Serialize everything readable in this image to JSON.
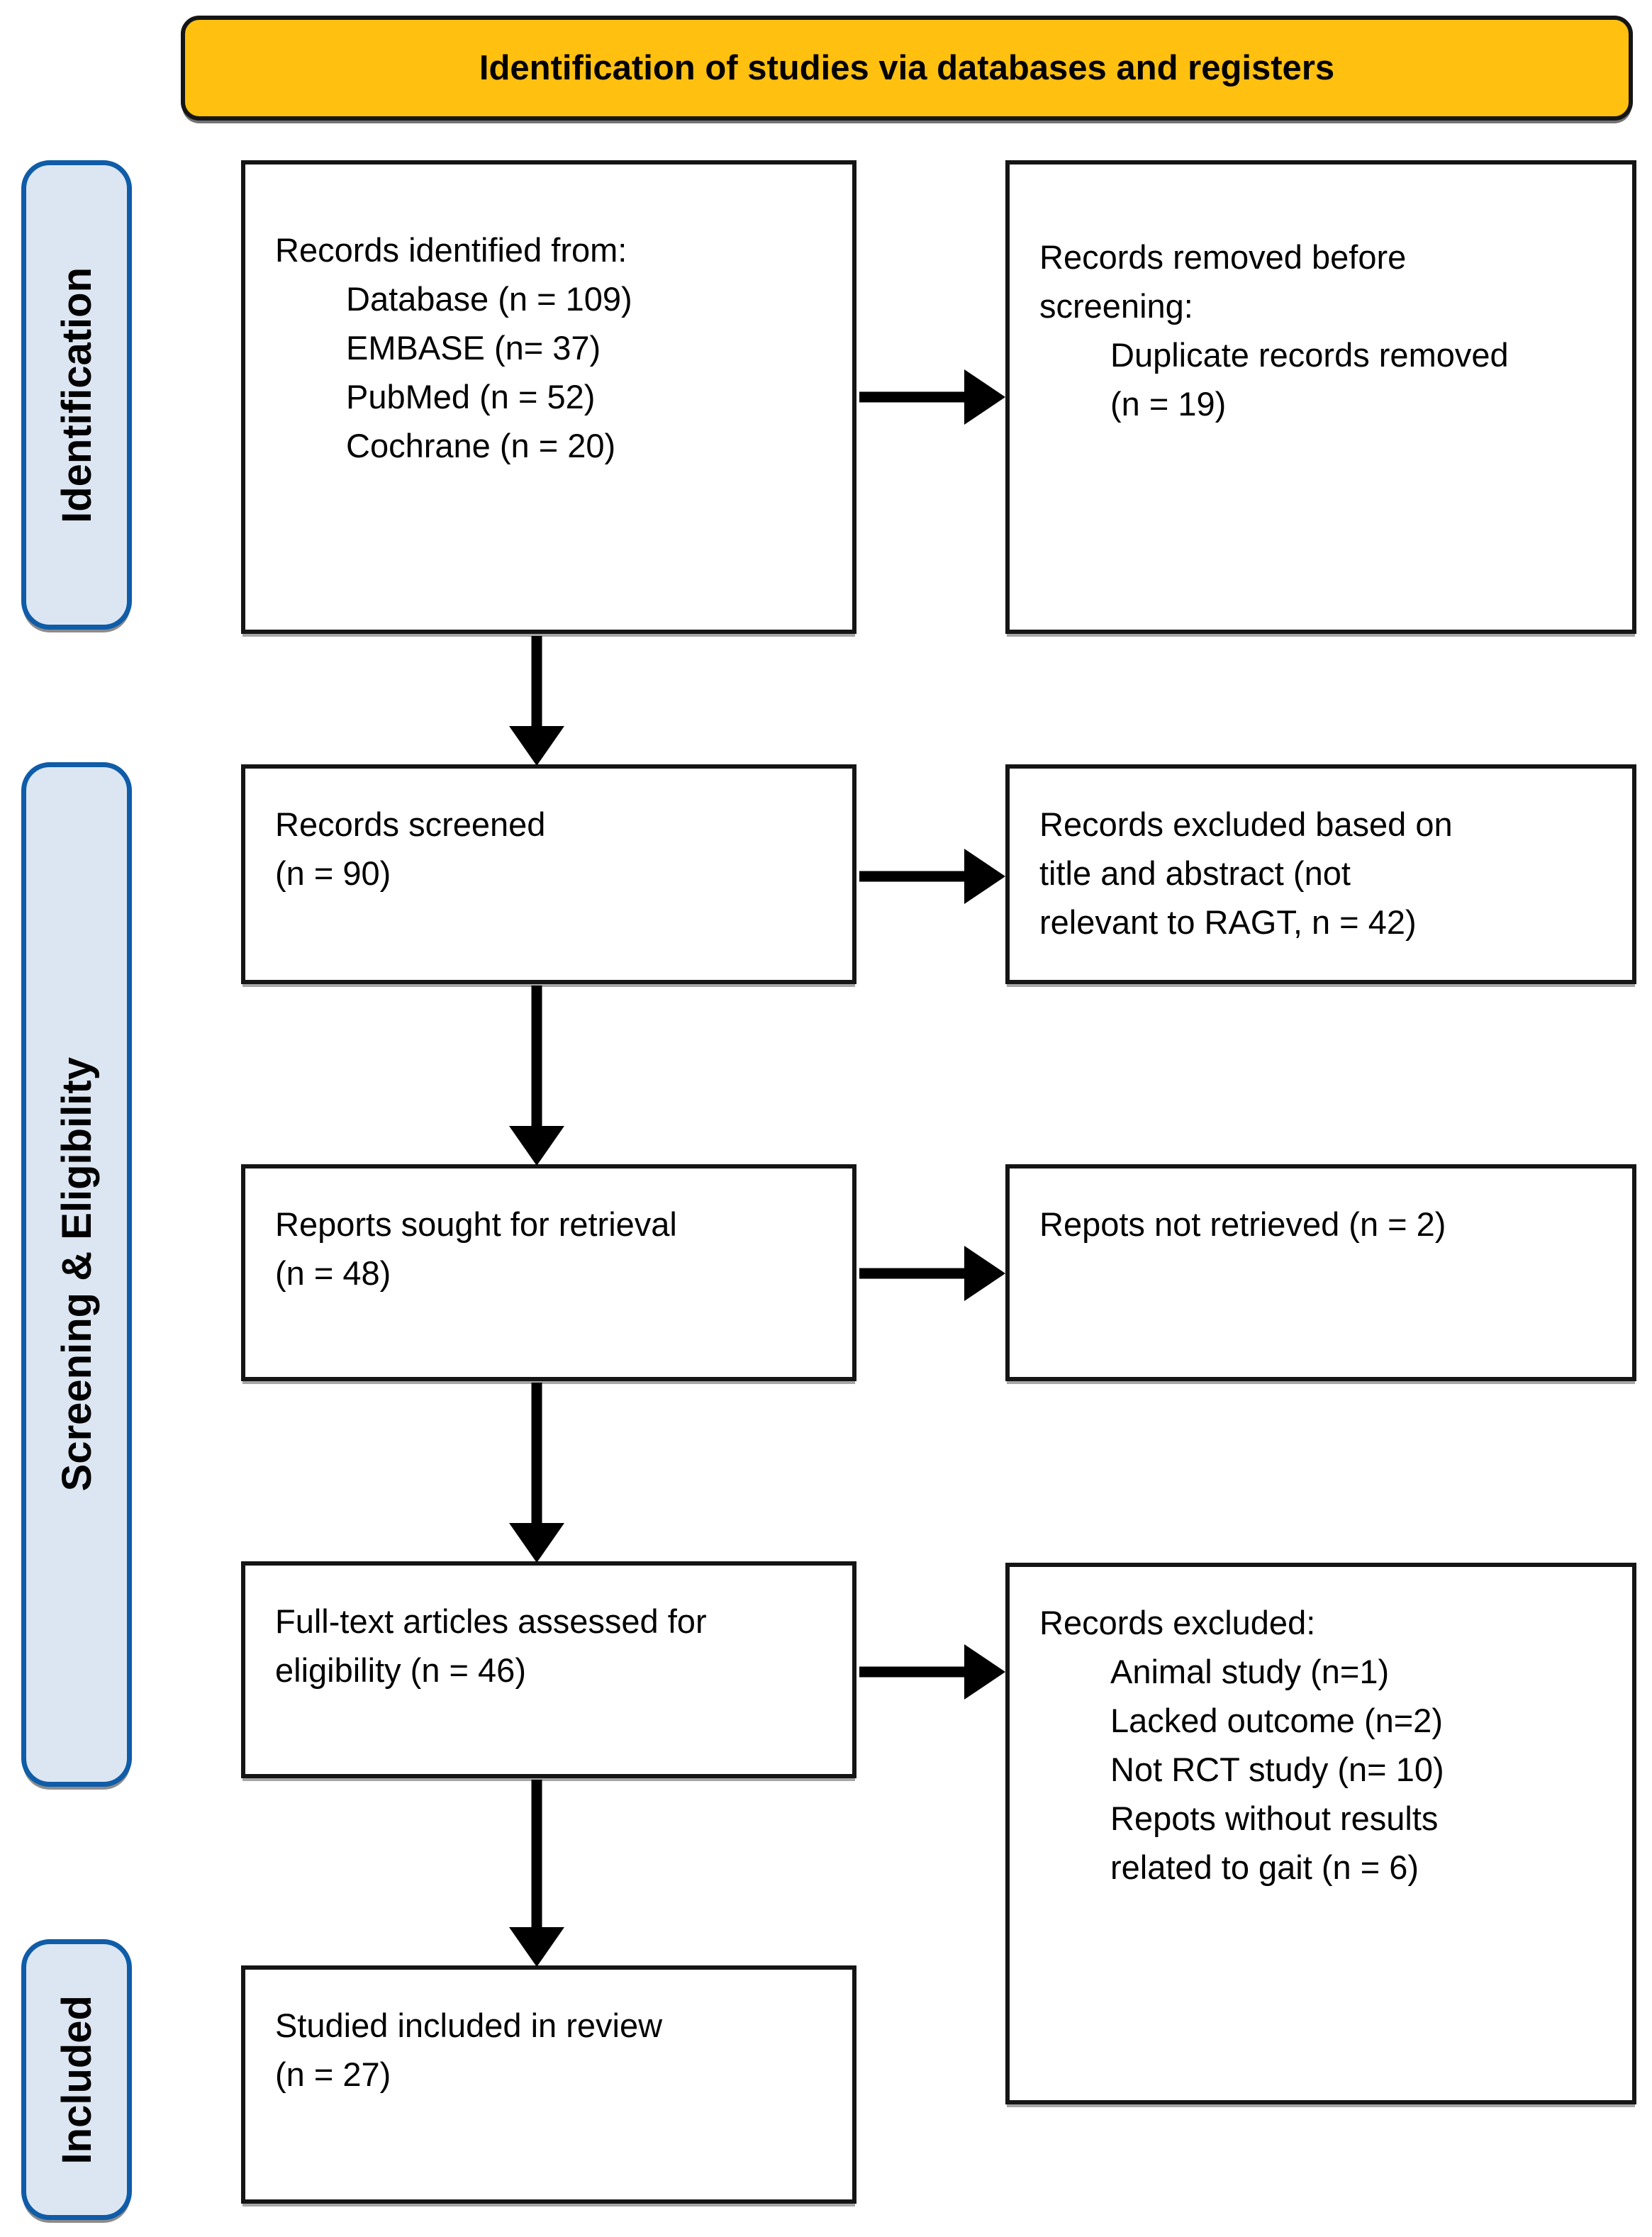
{
  "banner": {
    "title": "Identification of studies via databases and registers"
  },
  "stages": [
    {
      "label": "Identification"
    },
    {
      "label": "Screening & Eligibility"
    },
    {
      "label": "Included"
    }
  ],
  "boxes": {
    "identified": {
      "title": "Records identified from:",
      "items": [
        "Database (n = 109)",
        "EMBASE (n= 37)",
        "PubMed (n = 52)",
        "Cochrane (n = 20)"
      ]
    },
    "removed": {
      "title_lines": [
        "Records removed before",
        "screening:"
      ],
      "items": [
        "Duplicate records removed",
        "(n = 19)"
      ]
    },
    "screened": {
      "lines": [
        "Records screened",
        "(n = 90)"
      ]
    },
    "excluded_title_abstract": {
      "lines": [
        "Records excluded based on",
        "title and abstract (not",
        "relevant to RAGT, n = 42)"
      ]
    },
    "sought": {
      "lines": [
        "Reports sought for retrieval",
        "(n = 48)"
      ]
    },
    "not_retrieved": {
      "lines": [
        "Repots not retrieved (n = 2)"
      ]
    },
    "fulltext": {
      "lines": [
        "Full-text articles assessed for",
        "eligibility  (n = 46)"
      ]
    },
    "excluded_fulltext": {
      "title": "Records excluded:",
      "items": [
        "Animal study (n=1)",
        "Lacked outcome  (n=2)",
        "Not RCT study (n= 10)",
        "Repots without results",
        "related to gait (n = 6)"
      ]
    },
    "included": {
      "lines": [
        "Studied included in review",
        "(n = 27)"
      ]
    }
  },
  "colors": {
    "banner_bg": "#FFC010",
    "stage_bg": "#DCE6F2",
    "stage_border": "#0F5CA8",
    "box_border": "#151515",
    "text": "#000000"
  }
}
